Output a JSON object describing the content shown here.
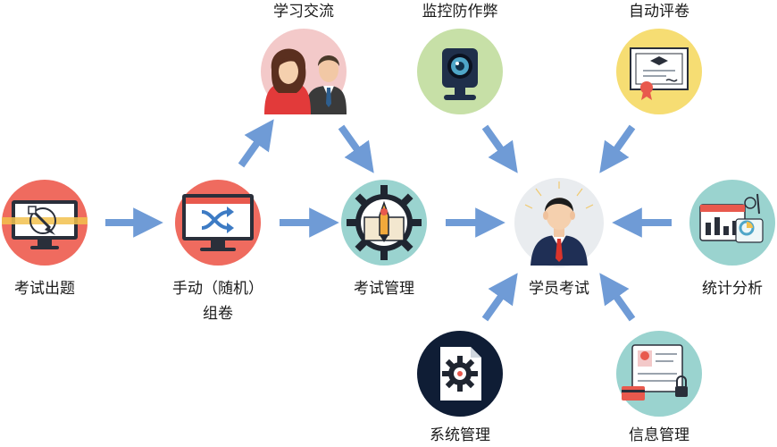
{
  "nodes": {
    "create_exam": {
      "label": "考试出题",
      "icon": "monitor-pen-tool-icon"
    },
    "compose_exam": {
      "label_line1": "手动（随机）",
      "label_line2": "组卷",
      "icon": "monitor-shuffle-icon"
    },
    "exam_management": {
      "label": "考试管理",
      "icon": "gear-pencil-icon"
    },
    "student_exam": {
      "label": "学员考试",
      "icon": "student-avatar-icon"
    },
    "study_exchange": {
      "label": "学习交流",
      "icon": "people-avatars-icon"
    },
    "anti_cheat_monitor": {
      "label": "监控防作弊",
      "icon": "webcam-icon"
    },
    "auto_grading": {
      "label": "自动评卷",
      "icon": "certificate-icon"
    },
    "statistics": {
      "label": "统计分析",
      "icon": "analytics-dashboard-icon"
    },
    "system_management": {
      "label": "系统管理",
      "icon": "document-gear-icon"
    },
    "info_management": {
      "label": "信息管理",
      "icon": "profile-card-icon"
    }
  },
  "colors": {
    "arrow": "#6f9bd6",
    "red_circle": "#ef6b5f",
    "teal_circle": "#9ad3cf",
    "pink_circle": "#f3c9c9",
    "green_circle": "#c7e0a7",
    "yellow_circle": "#f6dd73",
    "navy_circle": "#0f1d35",
    "gray_circle": "#e9ecef"
  }
}
